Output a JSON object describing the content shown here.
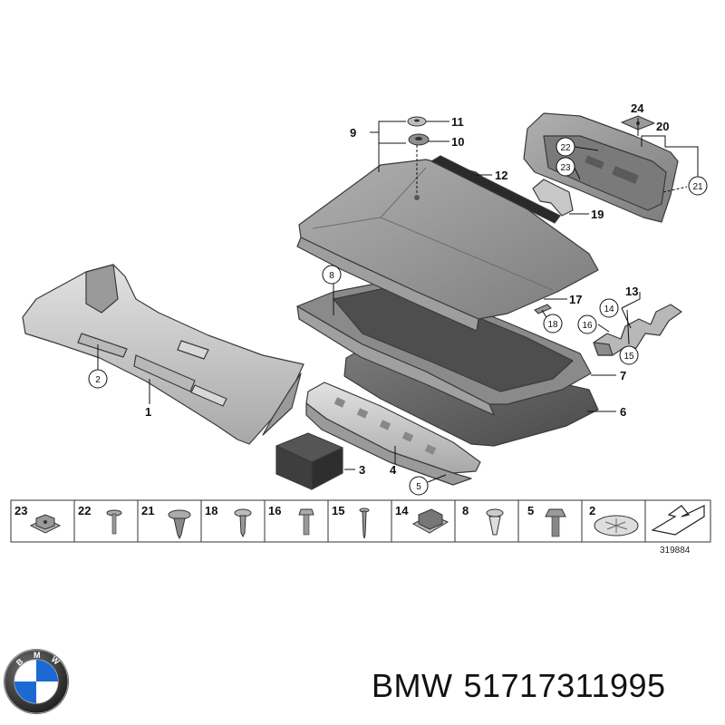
{
  "diagram": {
    "callouts": {
      "c1": "1",
      "c2": "2",
      "c3": "3",
      "c4": "4",
      "c5": "5",
      "c6": "6",
      "c7": "7",
      "c8": "8",
      "c9": "9",
      "c10": "10",
      "c11": "11",
      "c12": "12",
      "c13": "13",
      "c14": "14",
      "c15": "15",
      "c16": "16",
      "c17": "17",
      "c18": "18",
      "c19": "19",
      "c20": "20",
      "c21": "21",
      "c22": "22",
      "c23": "23",
      "c24": "24"
    },
    "fastener_strip": [
      "23",
      "22",
      "21",
      "18",
      "16",
      "15",
      "14",
      "8",
      "5",
      "2"
    ],
    "drawing_code": "319884"
  },
  "footer": {
    "brand": "BMW",
    "part_number": "51717311995"
  },
  "colors": {
    "part_dark": "#5a5a5a",
    "part_mid": "#8c8c8c",
    "part_light": "#c4c4c4",
    "outline": "#3a3a3a"
  }
}
